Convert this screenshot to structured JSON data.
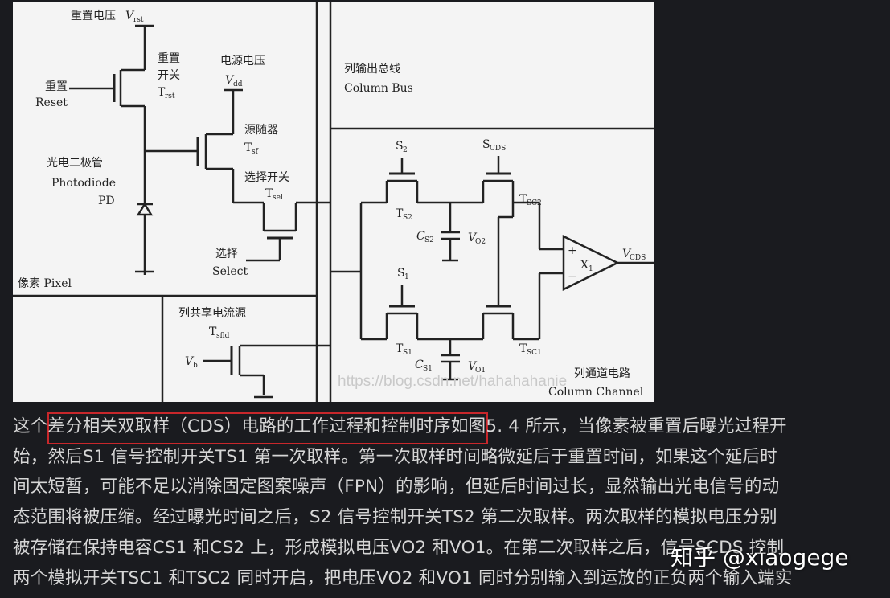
{
  "figure": {
    "labels": {
      "reset_voltage": "重置电压",
      "vrst": "V",
      "vrst_sub": "rst",
      "reset_switch": "重置",
      "reset_switch2": "开关",
      "trst": "T",
      "trst_sub": "rst",
      "reset_cn": "重置",
      "reset_en": "Reset",
      "power_voltage": "电源电压",
      "vdd": "V",
      "vdd_sub": "dd",
      "source_follower": "源随器",
      "tsf": "T",
      "tsf_sub": "sf",
      "select_switch": "选择开关",
      "tsel": "T",
      "tsel_sub": "sel",
      "photodiode_cn": "光电二极管",
      "photodiode_en": "Photodiode",
      "pd": "PD",
      "select_cn": "选择",
      "select_en": "Select",
      "pixel": "像素 Pixel",
      "column_bus_cn": "列输出总线",
      "column_bus_en": "Column Bus",
      "current_source_cn": "列共享电流源",
      "tsfld": "T",
      "tsfld_sub": "sfld",
      "vb": "V",
      "vb_sub": "b",
      "s2": "S",
      "s2_sub": "2",
      "scds": "S",
      "scds_sub": "CDS",
      "ts2": "T",
      "ts2_sub": "S2",
      "tsc2": "T",
      "tsc2_sub": "SC2",
      "cs2": "C",
      "cs2_sub": "S2",
      "vo2": "V",
      "vo2_sub": "O2",
      "plus": "+",
      "minus": "−",
      "x1": "X",
      "x1_sub": "1",
      "vcds": "V",
      "vcds_sub": "CDS",
      "s1": "S",
      "s1_sub": "1",
      "ts1": "T",
      "ts1_sub": "S1",
      "tsc1": "T",
      "tsc1_sub": "SC1",
      "cs1": "C",
      "cs1_sub": "S1",
      "vo1": "V",
      "vo1_sub": "O1",
      "column_channel_cn": "列通道电路",
      "column_channel_en": "Column Channel",
      "watermark_url": "https://blog.csdn.net/hahahahanie"
    }
  },
  "body": {
    "lines": [
      "这个差分相关双取样（CDS）电路的工作过程和控制时序如图5. 4 所示，当像素被重置后曝光过程开",
      "始，然后S1 信号控制开关TS1 第一次取样。第一次取样时间略微延后于重置时间，如果这个延后时",
      "间太短暂，可能不足以消除固定图案噪声（FPN）的影响，但延后时间过长，显然输出光电信号的动",
      "态范围将被压缩。经过曝光时间之后，S2 信号控制开关TS2 第二次取样。两次取样的模拟电压分别",
      "被存储在保持电容CS1 和CS2 上，形成模拟电压VO2 和VO1。在第二次取样之后，信号SCDS 控制",
      "两个模拟开关TSC1 和TSC2 同时开启，把电压VO2 和VO1 同时分别输入到运放的正负两个输入端实"
    ]
  },
  "watermark": "知乎 @xiaogege",
  "colors": {
    "page_bg": "#1a1b1f",
    "figure_bg": "#f4f4f4",
    "text": "#d6d6d6",
    "highlight_border": "#c8272b"
  }
}
